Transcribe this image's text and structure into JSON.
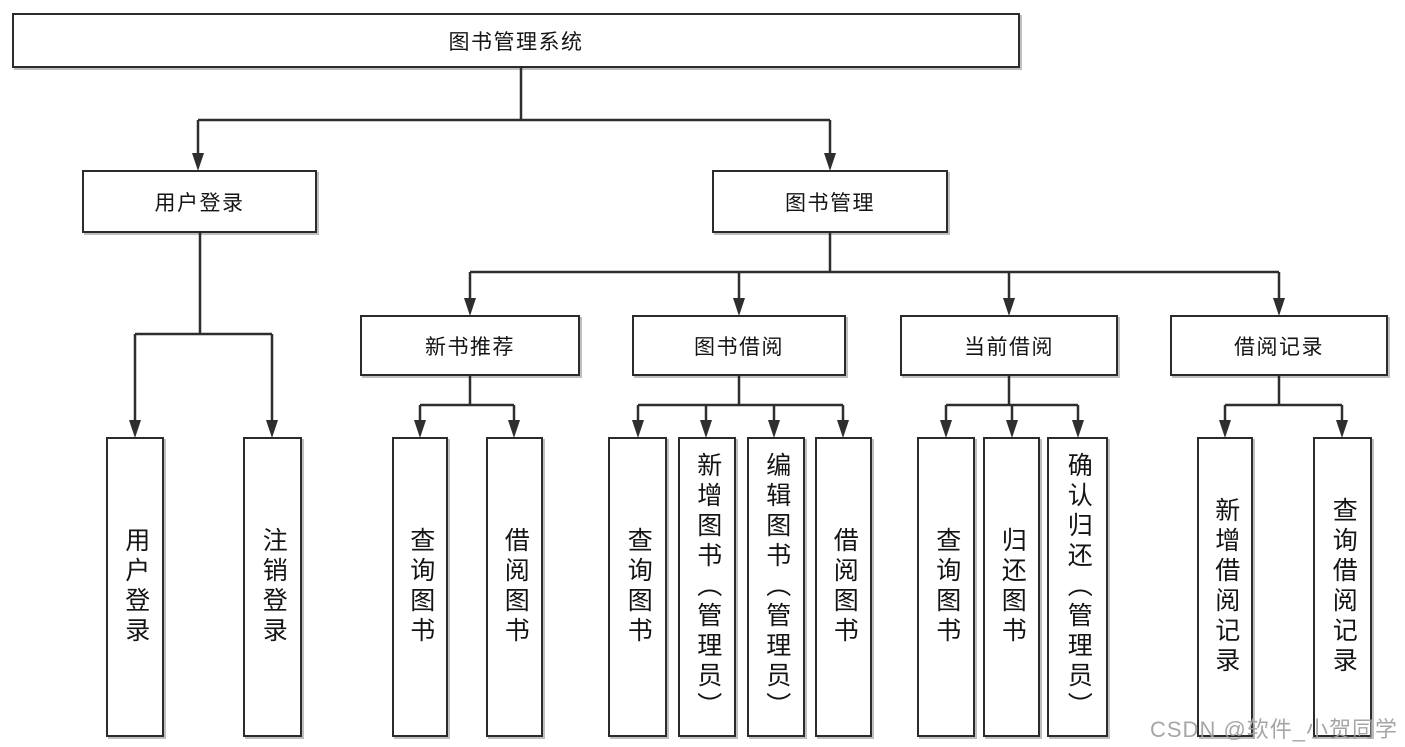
{
  "diagram": {
    "type": "hierarchy-tree",
    "colors": {
      "background": "#ffffff",
      "line": "#2e2e2e",
      "box_border": "#2b2b2b",
      "text": "#141414",
      "watermark": "#9e9e9e"
    },
    "nodes": {
      "root": {
        "label": "图书管理系统"
      },
      "level2": [
        {
          "label": "用户登录"
        },
        {
          "label": "图书管理"
        }
      ],
      "level3": [
        {
          "label": "新书推荐"
        },
        {
          "label": "图书借阅"
        },
        {
          "label": "当前借阅"
        },
        {
          "label": "借阅记录"
        }
      ],
      "leaves": [
        {
          "label": "用户登录",
          "parent": "用户登录"
        },
        {
          "label": "注销登录",
          "parent": "用户登录"
        },
        {
          "label": "查询图书",
          "parent": "新书推荐"
        },
        {
          "label": "借阅图书",
          "parent": "新书推荐"
        },
        {
          "label": "查询图书",
          "parent": "图书借阅"
        },
        {
          "label": "新增图书（管理员）",
          "parent": "图书借阅"
        },
        {
          "label": "编辑图书（管理员）",
          "parent": "图书借阅"
        },
        {
          "label": "借阅图书",
          "parent": "图书借阅"
        },
        {
          "label": "查询图书",
          "parent": "当前借阅"
        },
        {
          "label": "归还图书",
          "parent": "当前借阅"
        },
        {
          "label": "确认归还（管理员）",
          "parent": "当前借阅"
        },
        {
          "label": "新增借阅记录",
          "parent": "借阅记录"
        },
        {
          "label": "查询借阅记录",
          "parent": "借阅记录"
        }
      ]
    },
    "watermark": {
      "text": "CSDN @软件_小贺同学"
    }
  }
}
